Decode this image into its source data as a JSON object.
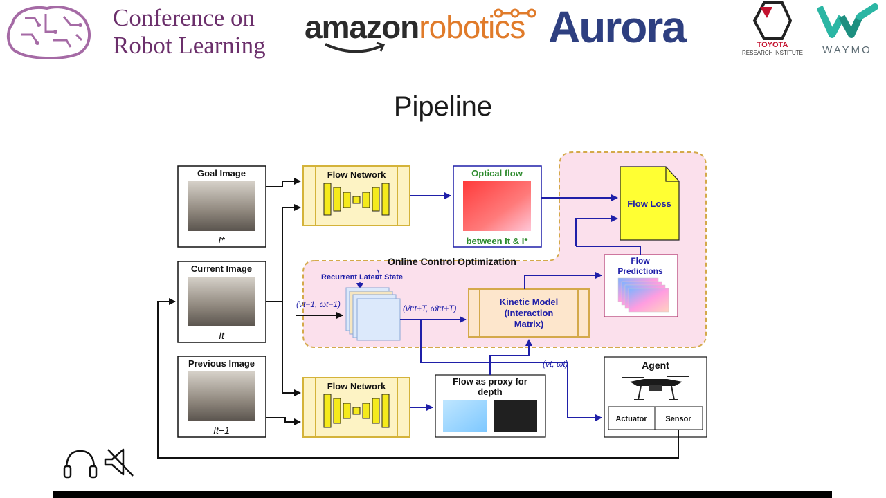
{
  "header": {
    "conference_line1": "Conference on",
    "conference_line2": "Robot Learning",
    "amazon_part1": "amazon",
    "amazon_part2": "robotics",
    "aurora": "Aurora",
    "toyota_line1": "TOYOTA",
    "toyota_line2": "RESEARCH INSTITUTE",
    "waymo": "WAYMO"
  },
  "slide": {
    "title": "Pipeline"
  },
  "diagram": {
    "goal_image": {
      "title": "Goal Image",
      "symbol": "I*"
    },
    "current_image": {
      "title": "Current Image",
      "symbol": "It"
    },
    "previous_image": {
      "title": "Previous Image",
      "symbol": "It−1"
    },
    "flow_network_top": "Flow Network",
    "flow_network_bottom": "Flow Network",
    "optical_flow": {
      "title": "Optical flow",
      "caption": "between It & I*"
    },
    "flow_loss": "Flow Loss",
    "flow_predictions": {
      "line1": "Flow",
      "line2": "Predictions"
    },
    "online_control": "Online Control Optimization",
    "recurrent_latent": "Recurrent Latent State",
    "kinetic_model": {
      "line1": "Kinetic Model",
      "line2": "(Interaction",
      "line3": "Matrix)"
    },
    "input_velocity": "(νt−1, ωt−1)",
    "predicted_velocity": "(ν̂t:t+T, ω̂t:t+T)",
    "output_velocity": "(νt, ωt)",
    "flow_proxy": {
      "line1": "Flow as proxy for",
      "line2": "depth"
    },
    "agent": {
      "title": "Agent",
      "actuator": "Actuator",
      "sensor": "Sensor"
    }
  },
  "colors": {
    "arrow_blue": "#1f1fa8",
    "flow_net_fill": "#fdf3c4",
    "flow_net_bar": "#f5ea1c",
    "pink_region": "#fbe0ec",
    "kinetic_fill": "#fde6cc",
    "flow_loss_fill": "#ffff33",
    "optical_title": "#2e8b2e",
    "flow_pred_text": "#1f1fa8"
  },
  "controls": {
    "headphones_icon": "headphones-icon",
    "speaker_icon": "speaker-mute-icon"
  }
}
